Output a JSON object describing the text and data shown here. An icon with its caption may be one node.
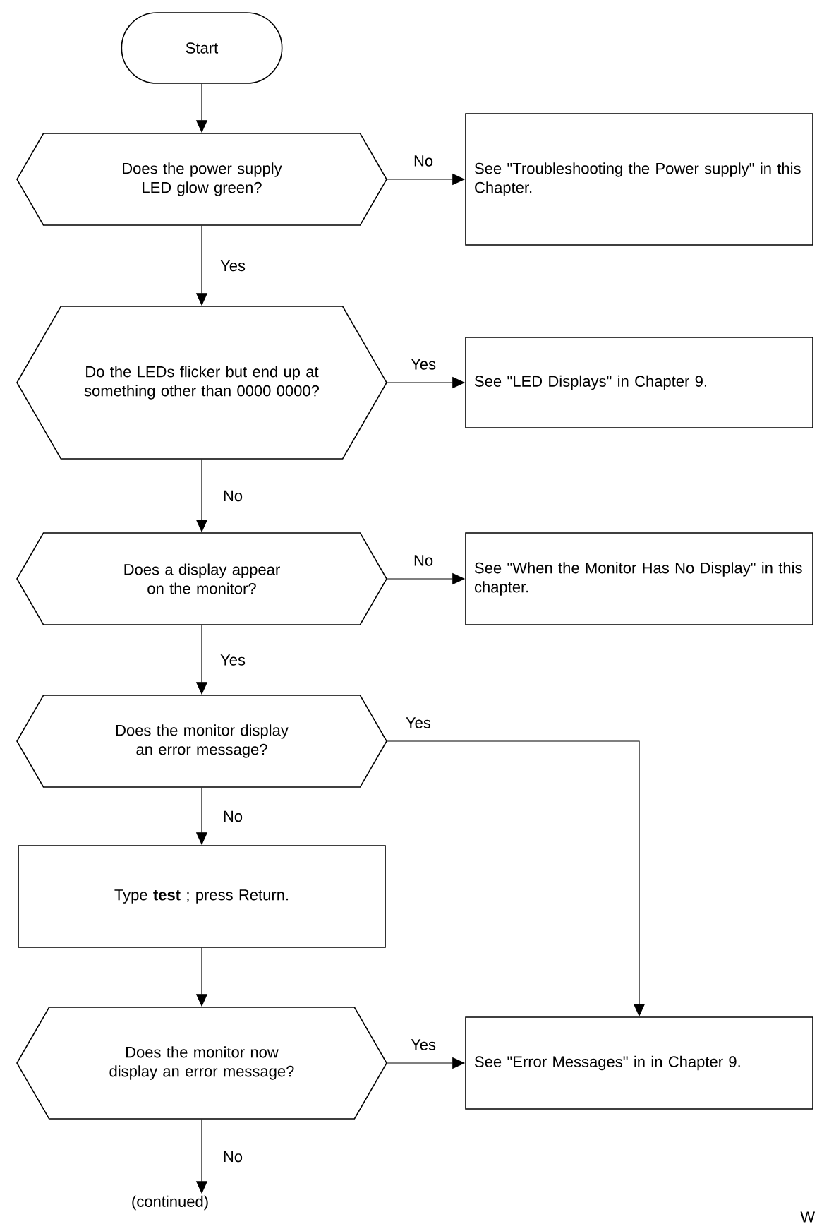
{
  "diagram": {
    "nodes": [
      {
        "text": [
          "Start"
        ]
      },
      {
        "text": [
          "Does the power supply LED glow green?"
        ]
      },
      {
        "text": [
          "See \"Troubleshooting the Power supply\" in this Chapter."
        ]
      },
      {
        "text": [
          "Do the LEDs flicker but end up at something other than 0000 0000?"
        ]
      },
      {
        "text": [
          "See \"LED Displays\" in Chapter 9."
        ]
      },
      {
        "text": [
          "Does a display appear on the monitor?"
        ]
      },
      {
        "text": [
          "See \"When the Monitor Has No Display\" in this chapter."
        ]
      },
      {
        "text": [
          "Does the monitor display an error message?"
        ]
      },
      {
        "text": [
          "Type **test** ; press Return."
        ]
      },
      {
        "text": [
          "Does the monitor now display an error message?"
        ]
      },
      {
        "text": [
          "See \"Error Messages\" in in Chapter 9."
        ]
      },
      {
        "text": [
          "(continued)"
        ]
      }
    ],
    "edges": [
      {
        "from": 0,
        "to": 1,
        "arrow": "to"
      },
      {
        "from": 1,
        "to": 2,
        "arrow": "to",
        "label": "No"
      },
      {
        "from": 1,
        "to": 3,
        "arrow": "to",
        "label": "Yes"
      },
      {
        "from": 3,
        "to": 4,
        "arrow": "to",
        "label": "Yes"
      },
      {
        "from": 3,
        "to": 5,
        "arrow": "to",
        "label": "No"
      },
      {
        "from": 5,
        "to": 6,
        "arrow": "to",
        "label": "No"
      },
      {
        "from": 5,
        "to": 7,
        "arrow": "to",
        "label": "Yes"
      },
      {
        "from": 7,
        "to": 10,
        "arrow": "to",
        "label": "Yes"
      },
      {
        "from": 7,
        "to": 8,
        "arrow": "to",
        "label": "No"
      },
      {
        "from": 8,
        "to": 9,
        "arrow": "to"
      },
      {
        "from": 9,
        "to": 10,
        "arrow": "to",
        "label": "Yes"
      },
      {
        "from": 9,
        "to": 11,
        "arrow": "to",
        "label": "No"
      }
    ],
    "labels": [
      "W"
    ]
  }
}
